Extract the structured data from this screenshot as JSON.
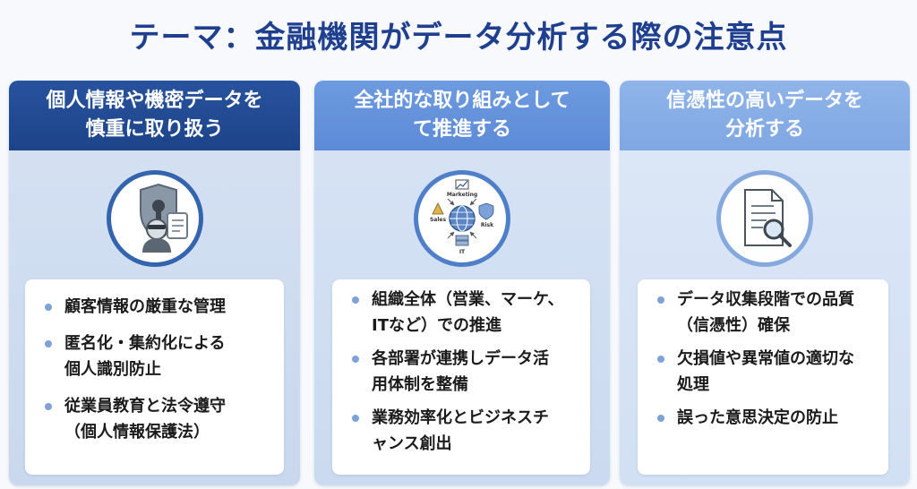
{
  "title": "テーマ：金融機関がデータ分析する際の注意点",
  "columns": [
    {
      "heading": "個人情報や機密データを\n慎重に取り扱う",
      "items": [
        "顧客情報の厳重な管理",
        "匿名化・集約化による\n個人識別防止",
        "従業員教育と法令遵守\n（個人情報保護法）"
      ]
    },
    {
      "heading": "全社的な取り組みとして\nて推進する",
      "diagram_labels": {
        "top": "Marketing",
        "left": "Sales",
        "right": "Risk",
        "bottom": "IT"
      },
      "items": [
        "組織全体（営業、マーケ、\nITなど）での推進",
        "各部署が連携しデータ活\n用体制を整備",
        "業務効率化とビジネスチ\nャンス創出"
      ]
    },
    {
      "heading": "信憑性の高いデータを\n分析する",
      "items": [
        "データ収集段階での品質\n（信憑性）確保",
        "欠損値や異常値の適切な\n処理",
        "誤った意思決定の防止"
      ]
    }
  ],
  "colors": {
    "title": "#1f3f8f",
    "dark_blue": "#1d4489",
    "mid_blue": "#5d8ad6",
    "light_blue": "#7fa7e2",
    "bullet": "#7ea2d8"
  }
}
